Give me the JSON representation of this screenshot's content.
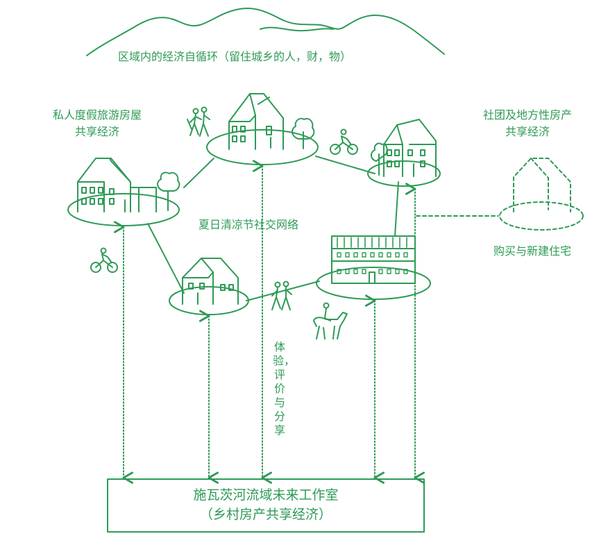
{
  "colors": {
    "stroke": "#2e9a56",
    "background": "#ffffff"
  },
  "labels": {
    "top_title": "区域内的经济自循环（留住城乡的人，财，物）",
    "private_house_line1": "私人度假旅游房屋",
    "private_house_line2": "共享经济",
    "community_line1": "社团及地方性房产",
    "community_line2": "共享经济",
    "summer_network": "夏日清凉节社交网络",
    "buy_build": "购买与新建住宅",
    "experience_vertical": "体验，评价与分享",
    "studio_title": "施瓦茨河流域未来工作室",
    "studio_subtitle": "（乡村房产共享经济）"
  },
  "icons": [
    "mountains-icon",
    "house-icon",
    "tree-icon",
    "hikers-icon",
    "cyclist-icon",
    "horse-rider-icon",
    "dashed-house-icon"
  ]
}
